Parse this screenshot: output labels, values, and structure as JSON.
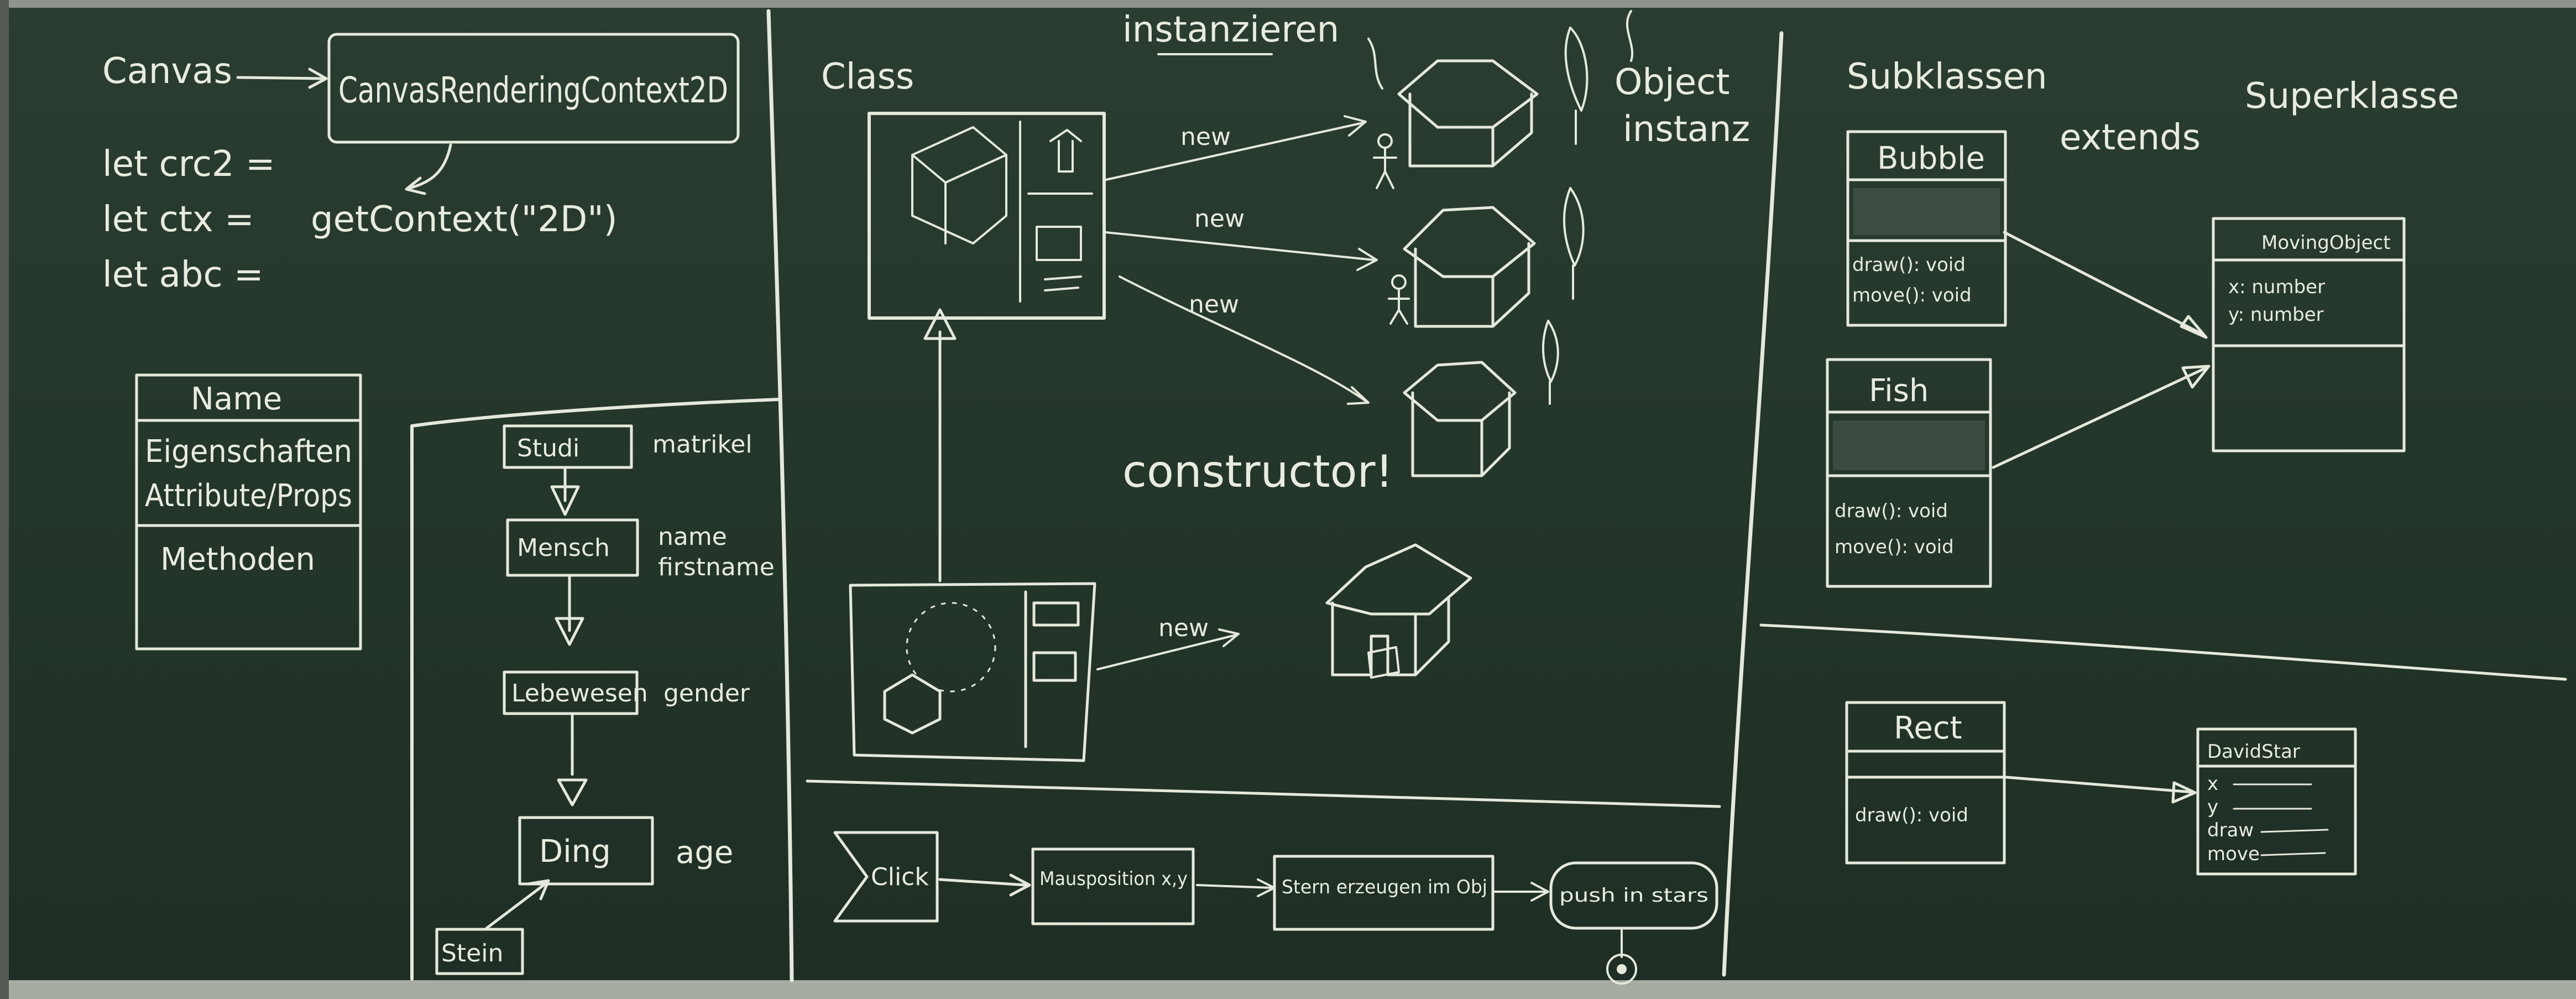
{
  "left": {
    "canvas": "Canvas",
    "rendering_context": "CanvasRenderingContext2D",
    "get_context": "getContext(\"2D\")",
    "let_lines": [
      "let crc2 =",
      "let ctx =",
      "let abc ="
    ],
    "uml_box": {
      "name": "Name",
      "attributes": [
        "Eigenschaften",
        "Attribute/Props"
      ],
      "methods": "Methoden"
    }
  },
  "hierarchy": {
    "items": [
      {
        "box": "Studi",
        "prop": "matrikel"
      },
      {
        "box": "Mensch",
        "prop": [
          "name",
          "firstname"
        ]
      },
      {
        "box": "Lebewesen",
        "prop": "gender"
      },
      {
        "box": "Ding",
        "prop": "age"
      }
    ],
    "stein": "Stein"
  },
  "middle": {
    "class_label": "Class",
    "instantiate_label": "instanzieren",
    "object_label": [
      "Object",
      "instanz"
    ],
    "new_labels": [
      "new",
      "new",
      "new",
      "new"
    ],
    "constructor_label": "constructor!",
    "flow": [
      "Click",
      "Mausposition x,y",
      "Stern erzeugen im Obj",
      "push in stars"
    ]
  },
  "right": {
    "subclasses": "Subklassen",
    "extends": "extends",
    "superclass": "Superklasse",
    "bubble": {
      "name": "Bubble",
      "methods": [
        "draw(): void",
        "move(): void"
      ]
    },
    "fish": {
      "name": "Fish",
      "methods": [
        "draw(): void",
        "move(): void"
      ]
    },
    "moving_object": {
      "name": "MovingObject",
      "attributes": [
        "x: number",
        "y: number"
      ]
    },
    "rect": {
      "name": "Rect",
      "methods": [
        "draw(): void"
      ]
    },
    "david_star": {
      "name": "DavidStar",
      "attributes": [
        "x",
        "y",
        "draw",
        "move"
      ]
    }
  }
}
